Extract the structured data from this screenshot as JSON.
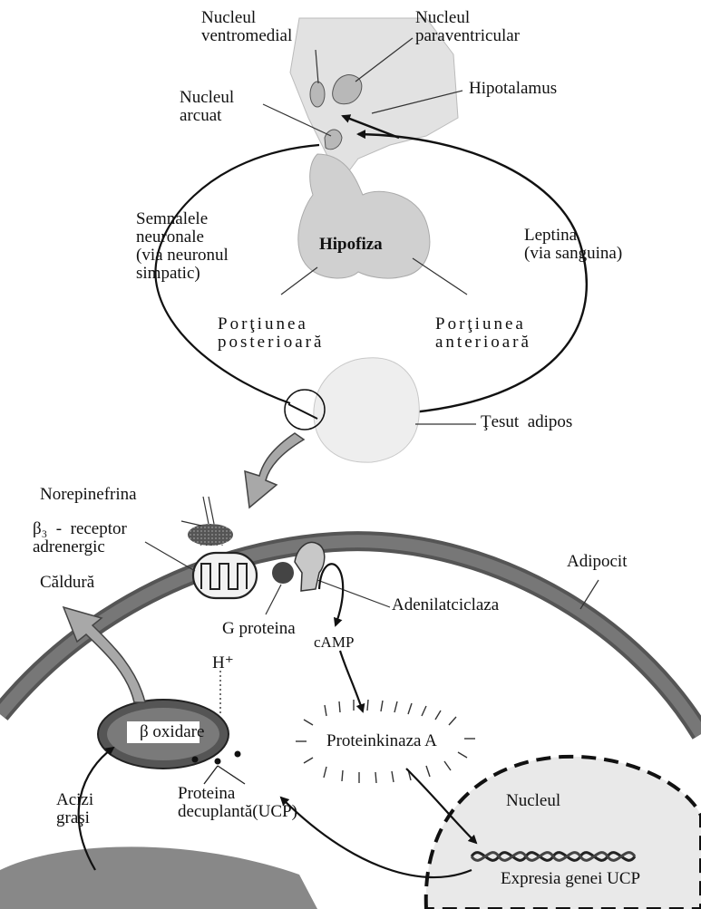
{
  "labels": {
    "nucleul_ventromedial": "Nucleul\nventromedial",
    "nucleul_paraventricular": "Nucleul\nparaventricular",
    "hipotalamus": "Hipotalamus",
    "nucleul_arcuat": "Nucleul\narcuat",
    "semnalele_neuronale": "Semnalele\nneuronale\n(via neuronul\nsimpatic)",
    "hipofiza": "Hipofiza",
    "leptina": "Leptina\n(via sanguina)",
    "portiunea_posterioara": "Porţiunea\nposterioară",
    "portiunea_anterioara": "Porţiunea\nanterioară",
    "tesut_adipos": "Ţesut  adipos",
    "norepinefrina": "Norepinefrina",
    "beta_receptor": "β₃  -  receptor\nadrenergic",
    "caldura": "Căldură",
    "adipocit": "Adipocit",
    "adenilatciclaza": "Adenilatciclaza",
    "g_proteina": "G proteina",
    "camp": "cAMP",
    "h_plus": "H⁺",
    "beta_oxidare": "β oxidare",
    "proteinkinaza": "Proteinkinaza A",
    "proteina_decuplanta": "Proteina\ndecuplantă(UCP)",
    "acizi_grasi": "Acizi\ngraşi",
    "nucleul": "Nucleul",
    "expresia_genei": "Expresia genei UCP"
  }
}
